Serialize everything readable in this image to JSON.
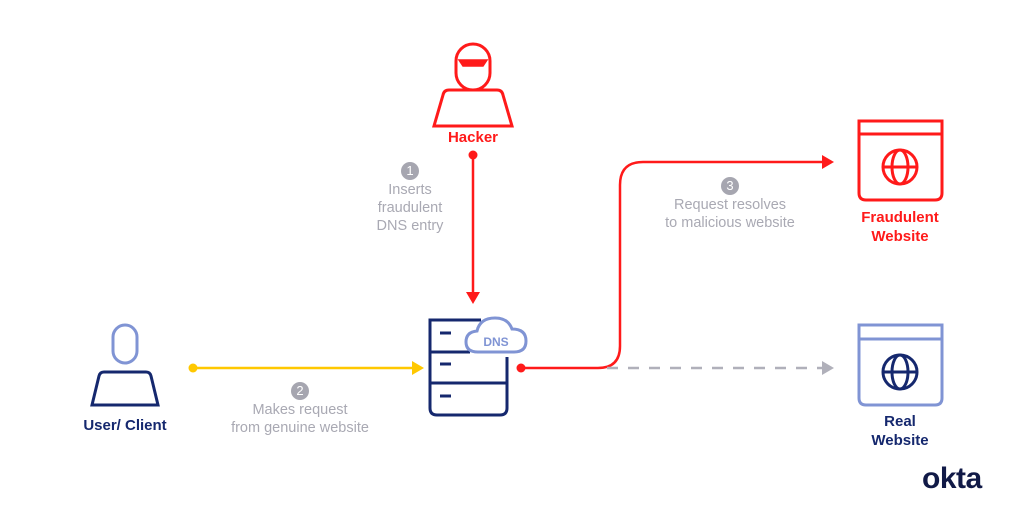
{
  "colors": {
    "red": "#ff1a1a",
    "navy": "#15286e",
    "periwinkle": "#8094d4",
    "yellow": "#ffc800",
    "grey": "#b0b0ba",
    "step_text": "#a9a9b3"
  },
  "nodes": {
    "hacker": {
      "label": "Hacker",
      "icon": "hacker-icon"
    },
    "user": {
      "label": "User/ Client",
      "icon": "user-icon"
    },
    "dns": {
      "badge": "DNS",
      "icon": "dns-server-icon"
    },
    "fraudulent": {
      "label_line1": "Fraudulent",
      "label_line2": "Website",
      "icon": "browser-globe-icon"
    },
    "real": {
      "label_line1": "Real",
      "label_line2": "Website",
      "icon": "browser-globe-icon"
    }
  },
  "steps": [
    {
      "number": "1",
      "lines": [
        "Inserts",
        "fraudulent",
        "DNS entry"
      ]
    },
    {
      "number": "2",
      "lines": [
        "Makes request",
        "from genuine website"
      ]
    },
    {
      "number": "3",
      "lines": [
        "Request resolves",
        "to malicious website"
      ]
    }
  ],
  "brand": {
    "logo_text": "okta"
  }
}
